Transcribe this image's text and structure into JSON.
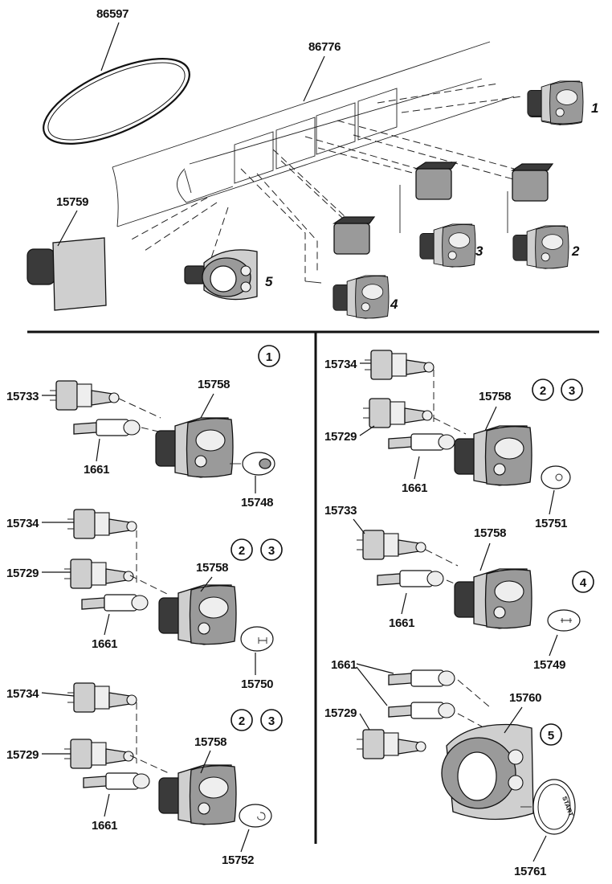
{
  "overview": {
    "labels": {
      "belt": "86597",
      "panel": "86776",
      "blank_switch": "15759"
    },
    "position_numbers": [
      "1",
      "2",
      "3",
      "4",
      "5"
    ]
  },
  "detail_1": {
    "circle": "1",
    "parts": [
      "15733",
      "15758",
      "1661",
      "15748"
    ]
  },
  "detail_2_3a": {
    "circles": [
      "2",
      "3"
    ],
    "parts": [
      "15734",
      "15729",
      "15758",
      "1661",
      "15750"
    ]
  },
  "detail_2_3b": {
    "circles": [
      "2",
      "3"
    ],
    "parts": [
      "15734",
      "15729",
      "15758",
      "1661",
      "15752"
    ]
  },
  "detail_2_3c": {
    "circles": [
      "2",
      "3"
    ],
    "parts": [
      "15734",
      "15729",
      "15758",
      "1661",
      "15751"
    ]
  },
  "detail_4": {
    "circle": "4",
    "parts": [
      "15733",
      "15758",
      "1661",
      "15749"
    ]
  },
  "detail_5": {
    "circle": "5",
    "parts": [
      "1661",
      "15760",
      "15729",
      "15761"
    ],
    "knob_text": "START"
  }
}
